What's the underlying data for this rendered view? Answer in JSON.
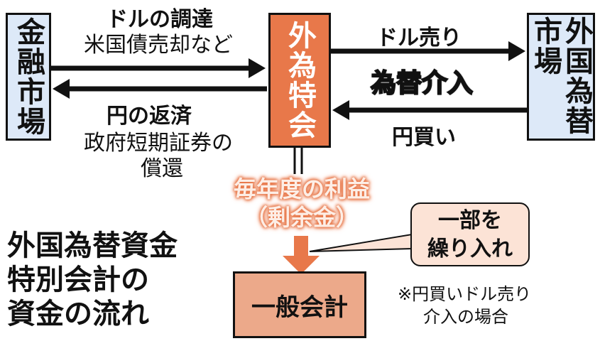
{
  "nodes": {
    "financial_market": "金融市場",
    "fx_special_account": "外為特会",
    "fx_market": "外国為替市場",
    "general_account": "一般会計"
  },
  "flows": {
    "dollar_procurement": "ドルの調達",
    "dollar_procurement_note": "米国債売却など",
    "yen_repayment": "円の返済",
    "yen_repayment_note_1": "政府短期証券の",
    "yen_repayment_note_2": "償還",
    "dollar_sell": "ドル売り",
    "intervention": "為替介入",
    "yen_buy": "円買い",
    "annual_profit": "毎年度の利益",
    "surplus": "（剰余金）"
  },
  "callout": {
    "line1": "一部を",
    "line2": "繰り入れ"
  },
  "note": {
    "line1": "※円買いドル売り",
    "line2": "介入の場合"
  },
  "title": {
    "line1": "外国為替資金",
    "line2": "特別会計の",
    "line3": "資金の流れ"
  },
  "colors": {
    "orange": "#e8784a",
    "blue": "#dde9f8",
    "light_orange": "#eca98a",
    "callout": "#fce3d6"
  }
}
